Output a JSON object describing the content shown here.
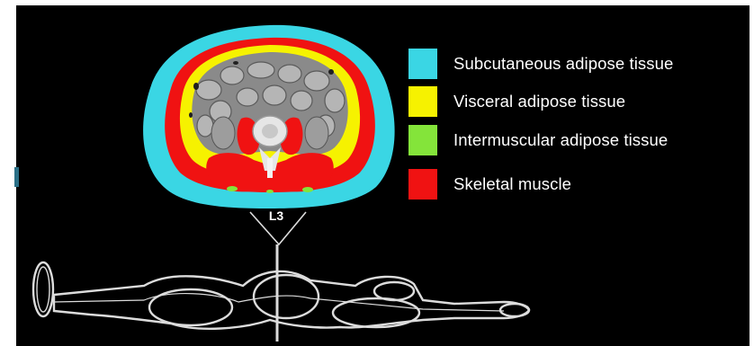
{
  "legend": {
    "items": [
      {
        "label": "Subcutaneous adipose tissue",
        "color": "#3ad6e4"
      },
      {
        "label": "Visceral adipose tissue",
        "color": "#f6f200"
      },
      {
        "label": "Intermuscular adipose tissue",
        "color": "#84e43a"
      },
      {
        "label": "Skeletal muscle",
        "color": "#f01212"
      }
    ]
  },
  "scan": {
    "level_label": "L3"
  },
  "colors": {
    "background": "#000000",
    "outline": "#dcdcdc",
    "bowel": "#8a8a8a",
    "bone": "#e6e6e6"
  }
}
